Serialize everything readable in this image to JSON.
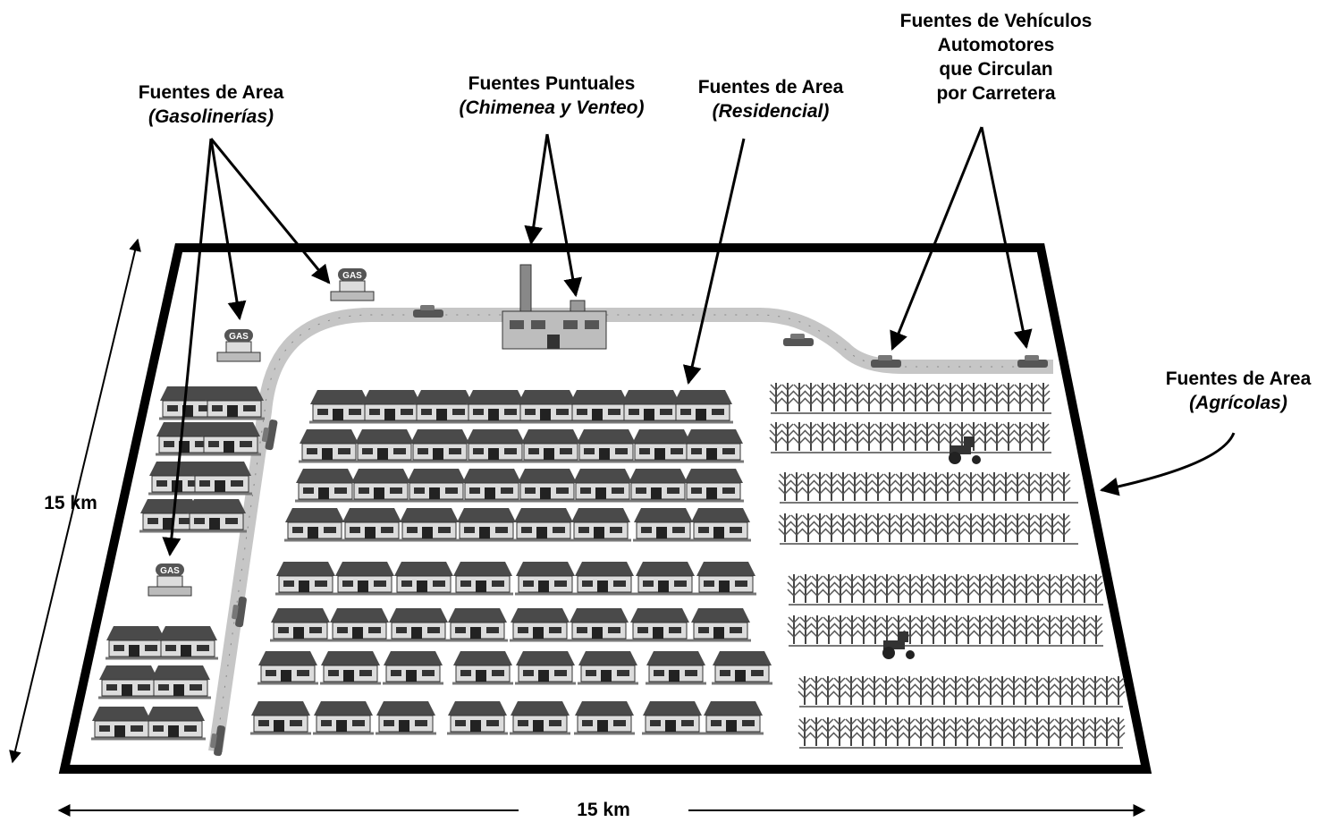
{
  "labels": {
    "gas": {
      "title": "Fuentes de Area",
      "subtitle": "(Gasolinerías)"
    },
    "point": {
      "title": "Fuentes Puntuales",
      "subtitle": "(Chimenea y Venteo)"
    },
    "residential": {
      "title": "Fuentes de Area",
      "subtitle": "(Residencial)"
    },
    "vehicles": {
      "lines": [
        "Fuentes de Vehículos",
        "Automotores",
        "que Circulan",
        "por Carretera"
      ]
    },
    "agricultural": {
      "title": "Fuentes de Area",
      "subtitle": "(Agrícolas)"
    }
  },
  "dimensions": {
    "side": "15 km",
    "bottom": "15 km"
  },
  "icons": {
    "gas_station_sign": "GAS"
  },
  "colors": {
    "frame": "#000000",
    "road": "#c8c8c8",
    "roof": "#555555",
    "wall": "#d9d9d9",
    "crop": "#444444"
  }
}
